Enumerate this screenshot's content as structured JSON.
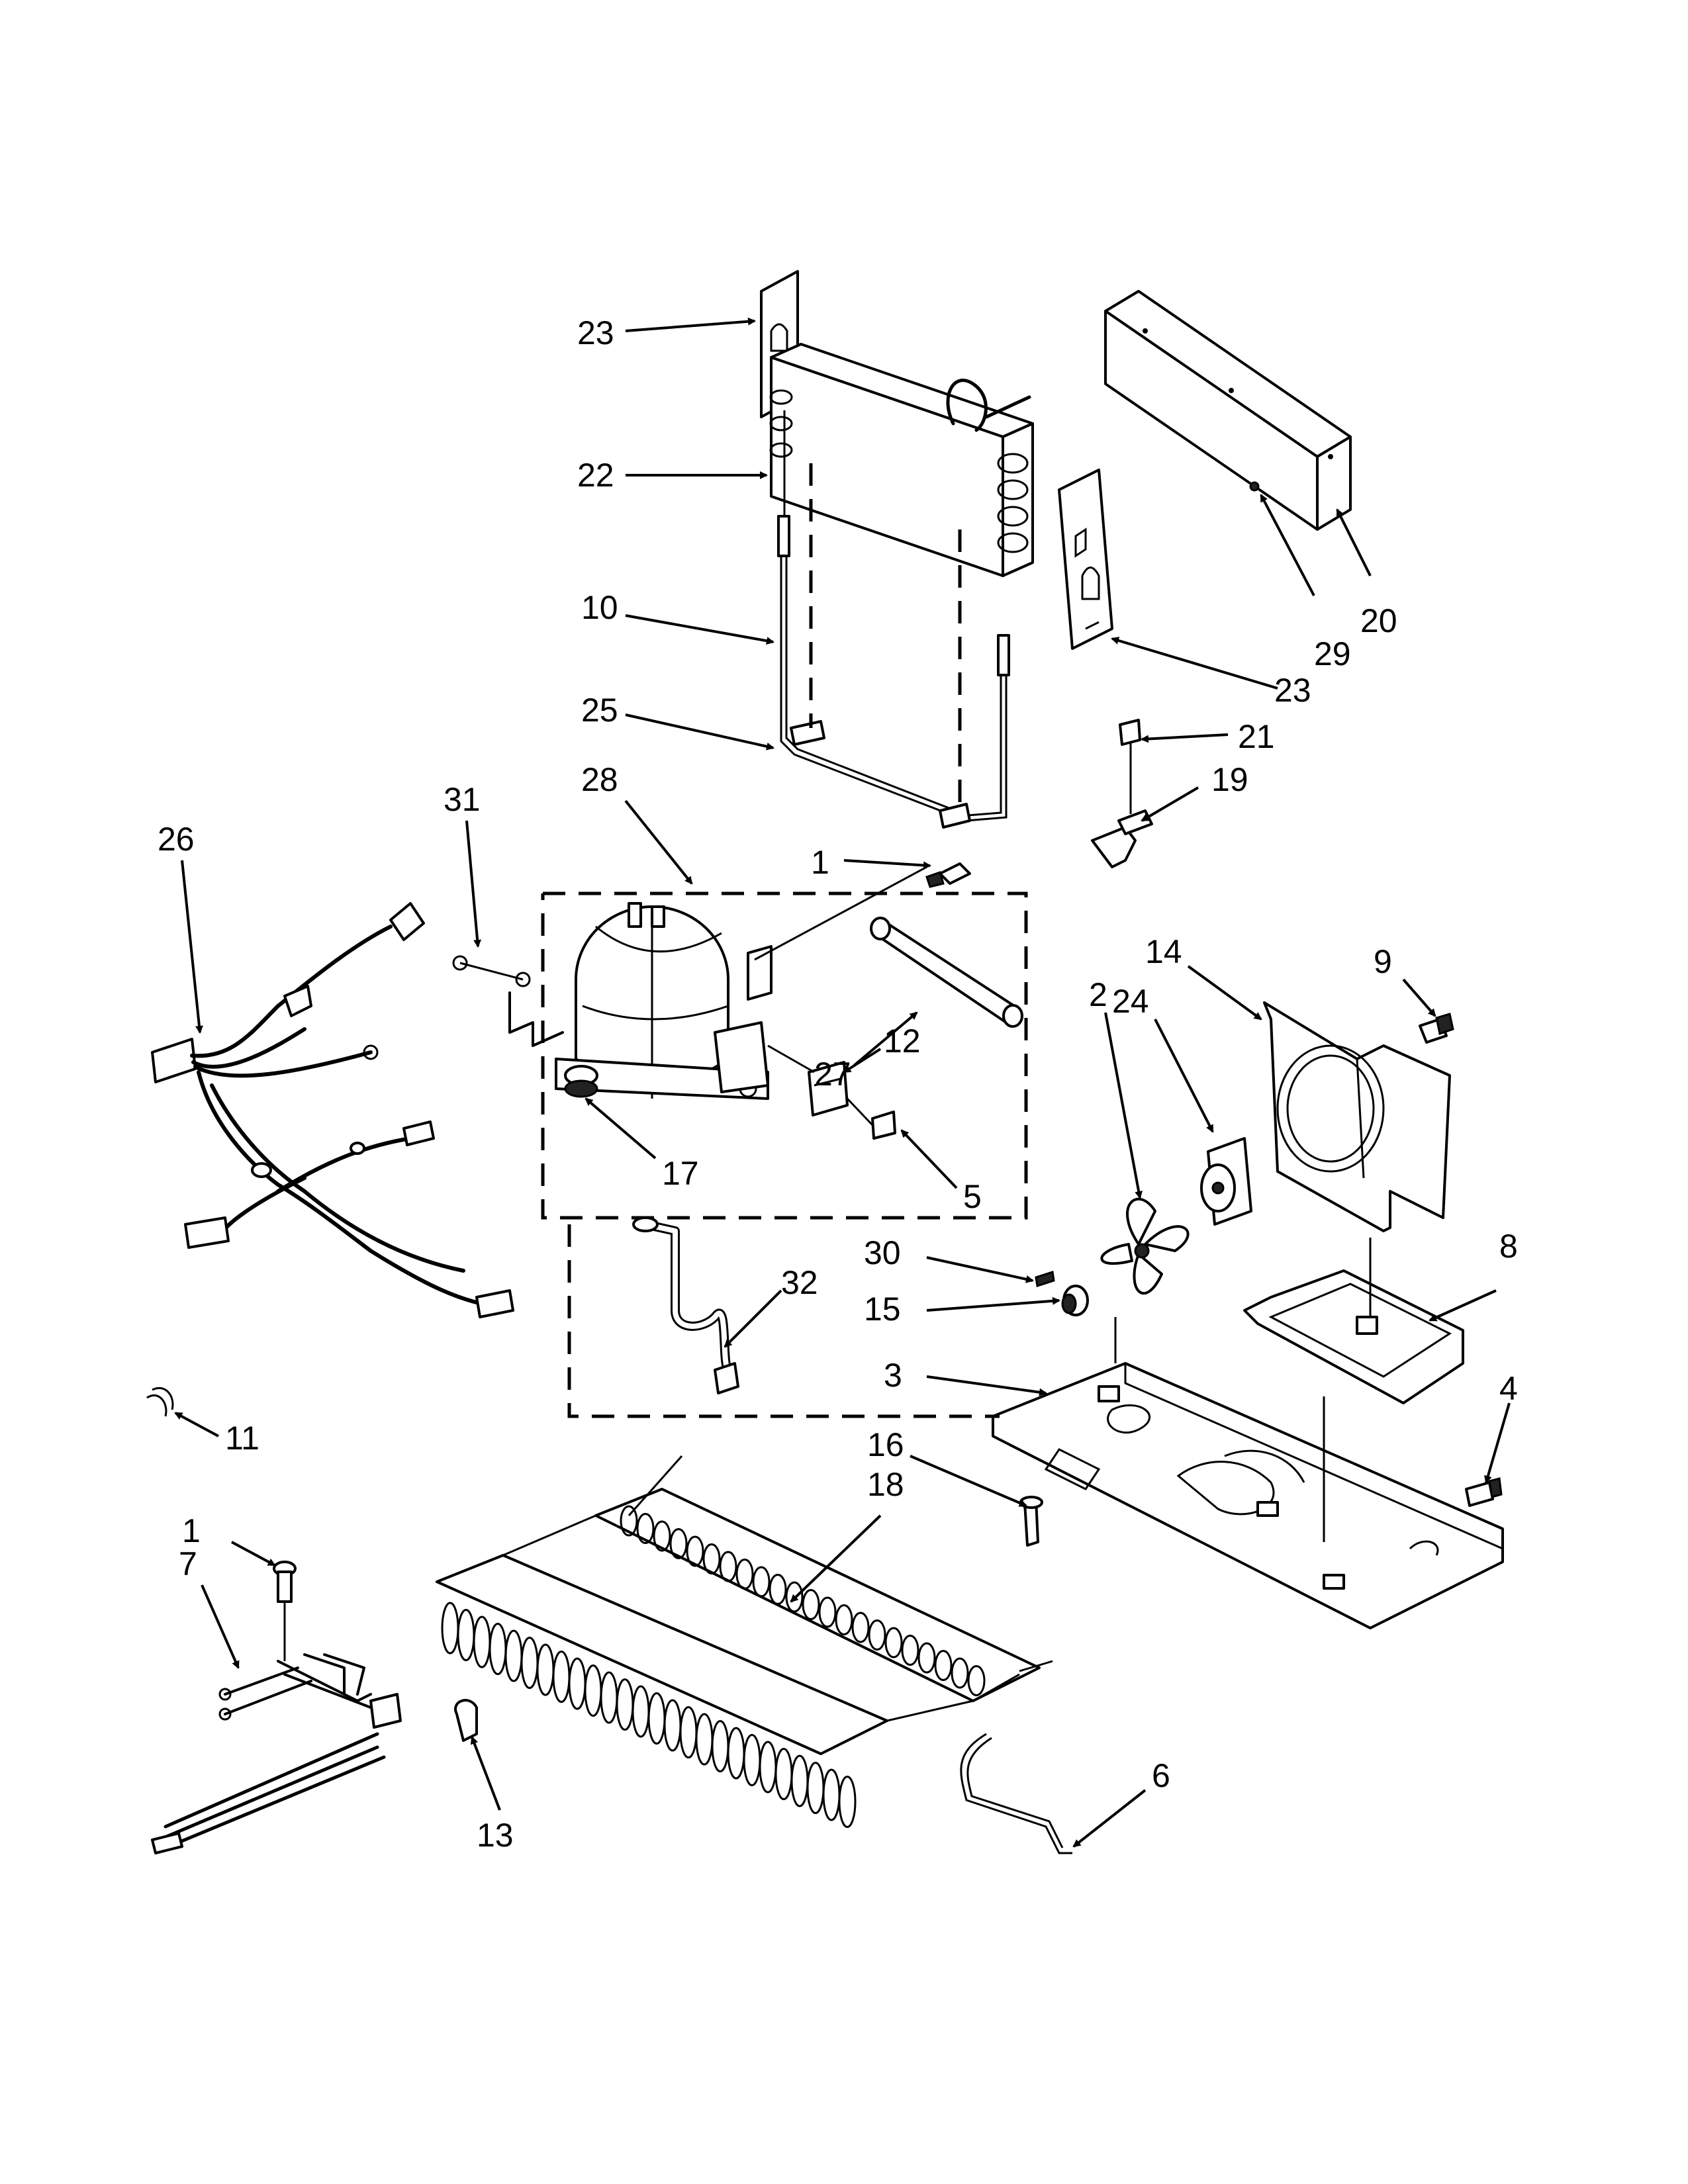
{
  "callouts": [
    {
      "id": "c23a",
      "text": "23"
    },
    {
      "id": "c22",
      "text": "22"
    },
    {
      "id": "c10",
      "text": "10"
    },
    {
      "id": "c25",
      "text": "25"
    },
    {
      "id": "c28",
      "text": "28"
    },
    {
      "id": "c31",
      "text": "31"
    },
    {
      "id": "c26",
      "text": "26"
    },
    {
      "id": "c1a",
      "text": "1"
    },
    {
      "id": "c20",
      "text": "20"
    },
    {
      "id": "c29",
      "text": "29"
    },
    {
      "id": "c23b",
      "text": "23"
    },
    {
      "id": "c21",
      "text": "21"
    },
    {
      "id": "c19",
      "text": "19"
    },
    {
      "id": "c14",
      "text": "14"
    },
    {
      "id": "c9",
      "text": "9"
    },
    {
      "id": "c24",
      "text": "24"
    },
    {
      "id": "c2",
      "text": "2"
    },
    {
      "id": "c27",
      "text": "27"
    },
    {
      "id": "c12",
      "text": "12"
    },
    {
      "id": "c17",
      "text": "17"
    },
    {
      "id": "c5",
      "text": "5"
    },
    {
      "id": "c30",
      "text": "30"
    },
    {
      "id": "c32",
      "text": "32"
    },
    {
      "id": "c15",
      "text": "15"
    },
    {
      "id": "c8",
      "text": "8"
    },
    {
      "id": "c3",
      "text": "3"
    },
    {
      "id": "c4",
      "text": "4"
    },
    {
      "id": "c11",
      "text": "11"
    },
    {
      "id": "c16",
      "text": "16"
    },
    {
      "id": "c18",
      "text": "18"
    },
    {
      "id": "c1b",
      "text": "1"
    },
    {
      "id": "c7",
      "text": "7"
    },
    {
      "id": "c13",
      "text": "13"
    },
    {
      "id": "c6",
      "text": "6"
    }
  ]
}
